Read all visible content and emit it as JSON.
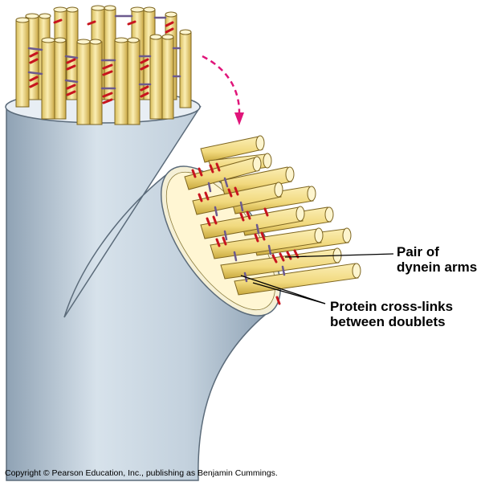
{
  "labels": {
    "dynein_line1": "Pair of",
    "dynein_line2": "dynein arms",
    "crosslinks_line1": "Protein cross-links",
    "crosslinks_line2": "between doublets"
  },
  "copyright": "Copyright © Pearson Education, Inc., publishing as Benjamin Cummings.",
  "colors": {
    "sheath": "#c9d6e1",
    "sheath_shadow": "#9fb0c0",
    "microtubule": "#f3df8e",
    "microtubule_shadow": "#c9a93d",
    "dynein_arm": "#c8141e",
    "cross_link": "#6c5a8e",
    "arrow": "#e0157a"
  }
}
